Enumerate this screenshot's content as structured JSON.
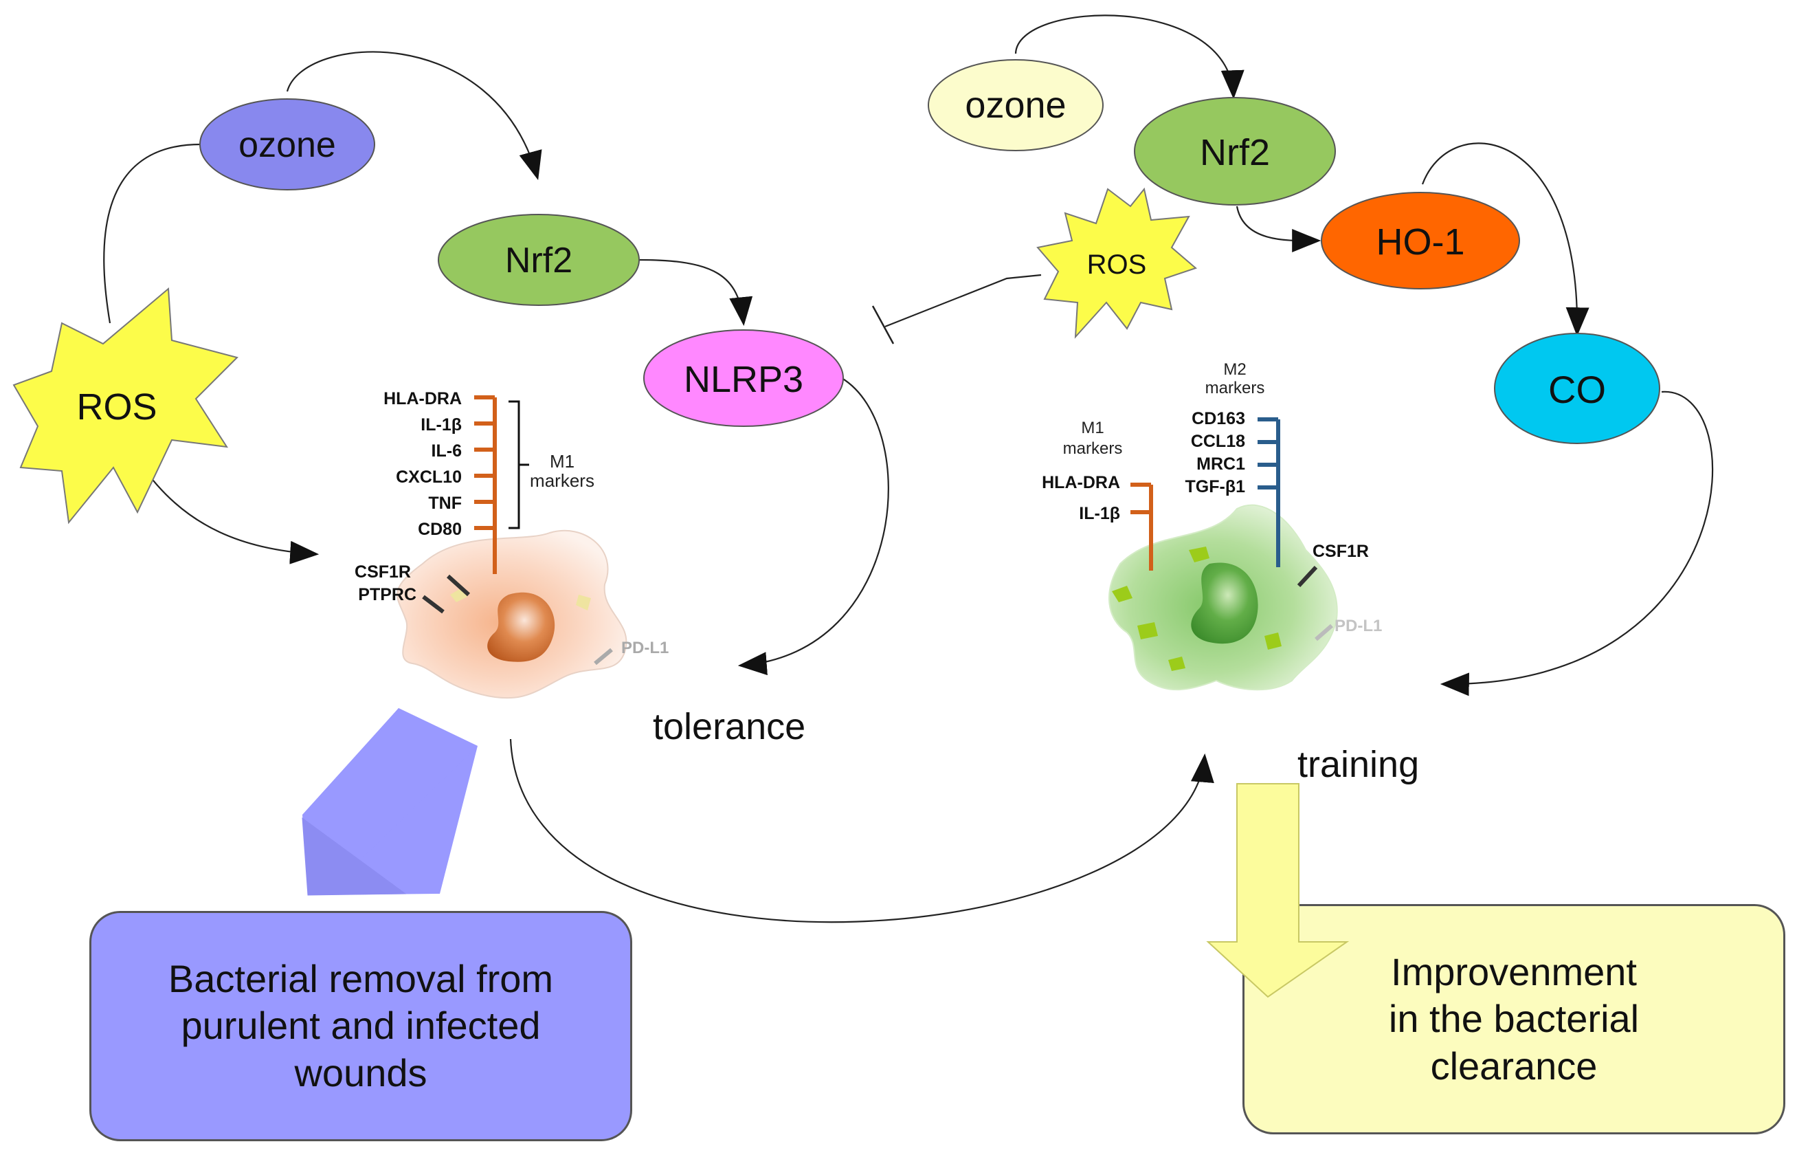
{
  "left_panel": {
    "ozone": "ozone",
    "nrf2": "Nrf2",
    "ros": "ROS",
    "nlrp3": "NLRP3",
    "m1_markers": [
      "HLA-DRA",
      "IL-1β",
      "IL-6",
      "CXCL10",
      "TNF",
      "CD80"
    ],
    "m1_bracket_label_1": "M1",
    "m1_bracket_label_2": "markers",
    "csf1r": "CSF1R",
    "ptprc": "PTPRC",
    "pdl1": "PD-L1",
    "outcome": "tolerance",
    "result_box": "Bacterial removal from\npurulent and infected\nwounds"
  },
  "right_panel": {
    "ozone": "ozone",
    "nrf2": "Nrf2",
    "ros": "ROS",
    "ho1": "HO-1",
    "co": "CO",
    "m1_title_1": "M1",
    "m1_title_2": "markers",
    "m1_markers": [
      "HLA-DRA",
      "IL-1β"
    ],
    "m2_title_1": "M2",
    "m2_title_2": "markers",
    "m2_markers": [
      "CD163",
      "CCL18",
      "MRC1",
      "TGF-β1"
    ],
    "csf1r": "CSF1R",
    "pdl1": "PD-L1",
    "outcome": "training",
    "result_box": "Improvenment\nin the bacterial\nclearance"
  },
  "colors": {
    "ozone_left": "#8888ee",
    "ozone_right": "#fcfccc",
    "nrf2": "#96c85f",
    "nlrp3": "#ff88ff",
    "ho1": "#ff6600",
    "co": "#00c8f0",
    "ros_star": "#fcfc4a",
    "m1_marker_line": "#d2601a",
    "m2_marker_line": "#2a5d8c",
    "left_box": "#9999ff",
    "right_box": "#fcfcbe"
  }
}
